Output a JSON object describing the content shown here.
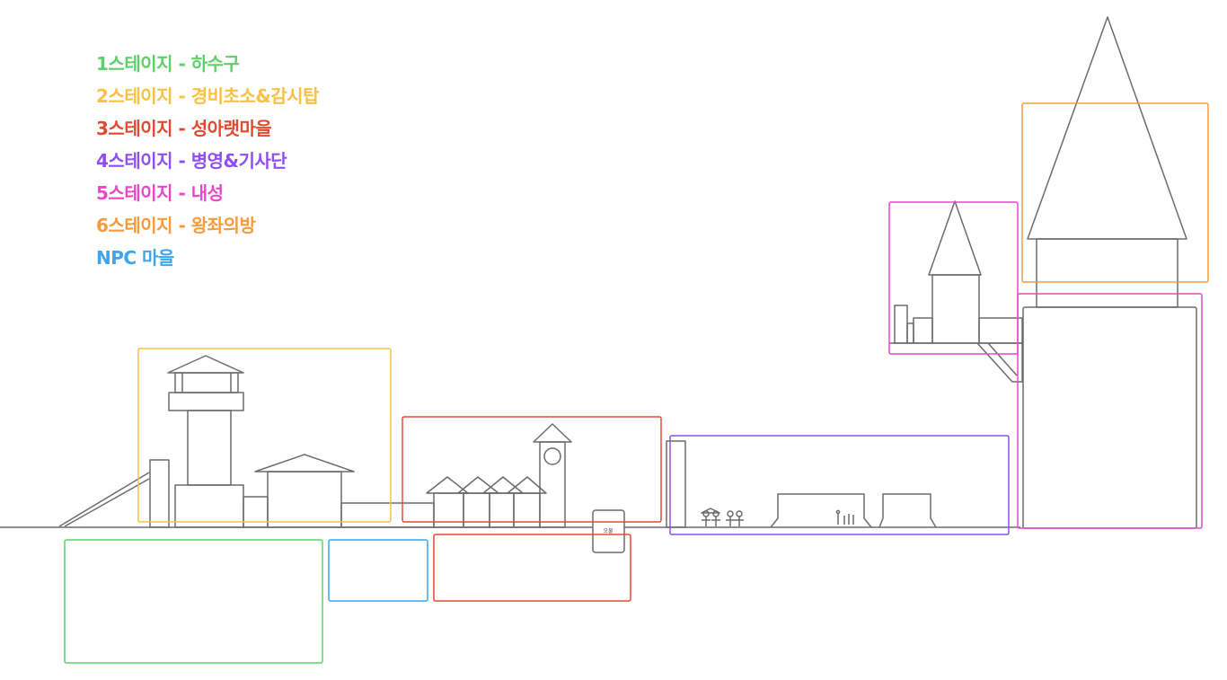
{
  "legend": [
    {
      "label": "1스테이지 - 하수구",
      "color": "#5cd16b"
    },
    {
      "label": "2스테이지 - 경비초소&감시탑",
      "color": "#f7c244"
    },
    {
      "label": "3스테이지 - 성아랫마을",
      "color": "#e04a31"
    },
    {
      "label": "4스테이지 - 병영&기사단",
      "color": "#8f4ef0"
    },
    {
      "label": "5스테이지 - 내성",
      "color": "#ea47c8"
    },
    {
      "label": "6스테이지 - 왕좌의방",
      "color": "#f79a3a"
    },
    {
      "label": "NPC 마을",
      "color": "#3ca5ee"
    }
  ],
  "scene": {
    "sign_text": "오물",
    "zones": [
      {
        "name": "stage-1-sewer",
        "color": "#5cd16b"
      },
      {
        "name": "stage-2-guardpost",
        "color": "#f7c244"
      },
      {
        "name": "stage-3-lower-village",
        "color": "#e04a31"
      },
      {
        "name": "stage-3-lower-village-underground",
        "color": "#e04a31"
      },
      {
        "name": "stage-4-barracks",
        "color": "#8f4ef0"
      },
      {
        "name": "stage-5-inner-castle-small",
        "color": "#ea47c8"
      },
      {
        "name": "stage-5-inner-castle-main",
        "color": "#ea47c8"
      },
      {
        "name": "stage-6-throne-room",
        "color": "#f79a3a"
      },
      {
        "name": "npc-village",
        "color": "#3ca5ee"
      }
    ]
  }
}
